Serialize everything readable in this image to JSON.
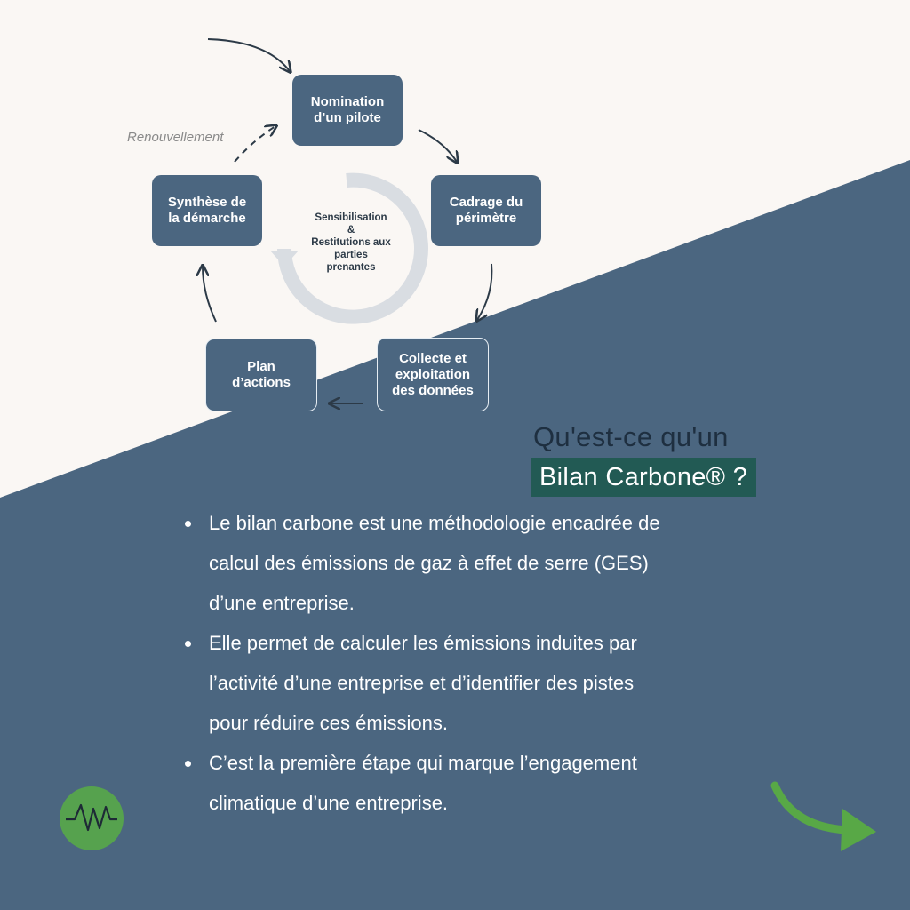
{
  "colors": {
    "background_light": "#faf7f4",
    "background_dark": "#4b6680",
    "step_box": "#4b6680",
    "highlight": "#225a54",
    "logo_green": "#56a24e",
    "arrow_green": "#58a846"
  },
  "cycle": {
    "steps": [
      "Nomination\nd’un pilote",
      "Cadrage du\npérimètre",
      "Collecte et\nexploitation\ndes données",
      "Plan\nd’actions",
      "Synthèse de\nla démarche"
    ],
    "renewal_label": "Renouvellement",
    "center_label": "Sensibilisation\n&\nRestitutions aux\nparties\nprenantes"
  },
  "question": {
    "line1": "Qu'est-ce qu'un",
    "line2": "Bilan Carbone® ?"
  },
  "bullets": [
    "Le bilan carbone est une  méthodologie  encadrée de\ncalcul des émissions de gaz à effet de serre (GES)\nd’une entreprise.",
    "Elle permet de  calculer  les émissions induites par\nl’activité d’une entreprise et d’identifier des pistes\npour réduire ces émissions.",
    "C’est la première étape qui marque  l’engagement\nclimatique d’une entreprise."
  ],
  "icons": {
    "logo": "waveform-logo-icon",
    "next": "curved-next-arrow-icon",
    "cycle_arrows": "cycle-arrow-icon",
    "center_ring": "circular-arrow-icon"
  }
}
